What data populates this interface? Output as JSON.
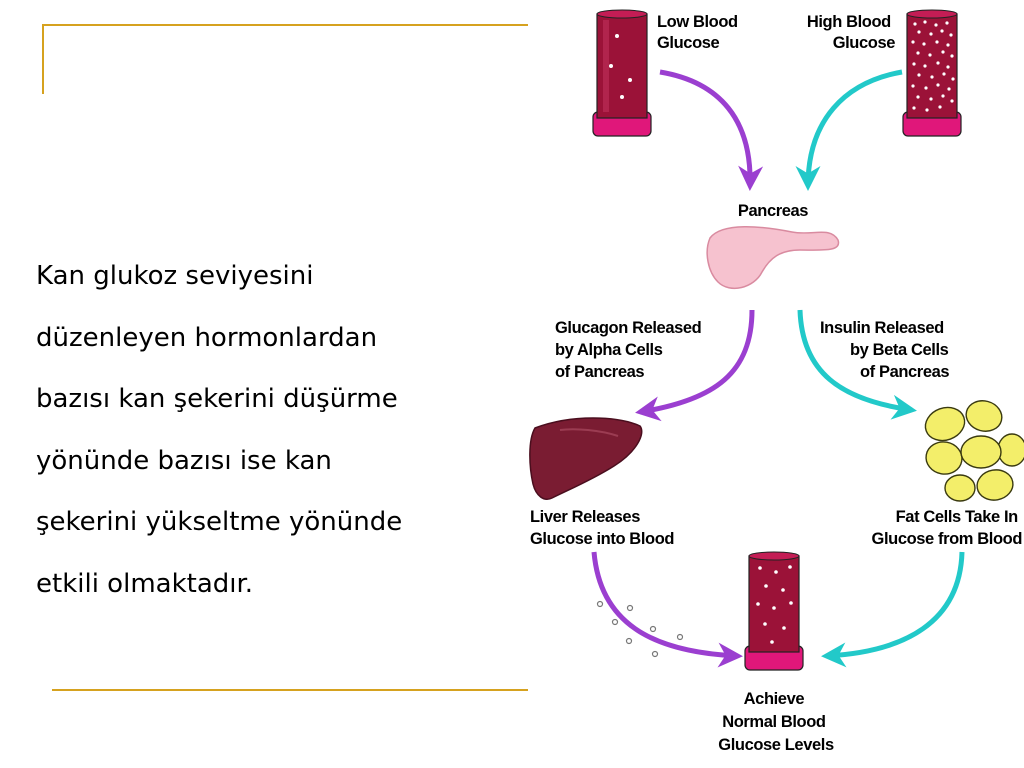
{
  "slide": {
    "text_lines": [
      "Kan glukoz seviyesini",
      "düzenleyen hormonlardan",
      "bazısı kan şekerini düşürme",
      "yönünde bazısı ise kan",
      "şekerini yükseltme yönünde",
      "etkili olmaktadır."
    ]
  },
  "diagram": {
    "low_glucose": [
      "Low Blood",
      "Glucose"
    ],
    "high_glucose": [
      "High Blood",
      "Glucose"
    ],
    "pancreas": "Pancreas",
    "glucagon": [
      "Glucagon Released",
      "by Alpha Cells",
      "of Pancreas"
    ],
    "insulin": [
      "Insulin Released",
      "by Beta Cells",
      "of Pancreas"
    ],
    "liver": [
      "Liver Releases",
      "Glucose into Blood"
    ],
    "fat_cells": [
      "Fat Cells Take In",
      "Glucose from Blood"
    ],
    "normal": [
      "Achieve",
      "Normal Blood",
      "Glucose Levels"
    ]
  },
  "colors": {
    "rule": "#d6a21f",
    "tube_pink": "#e0177a",
    "tube_blood": "#9b1238",
    "glucagon_arrow": "#9b3fd0",
    "insulin_arrow": "#22c9c9",
    "pancreas": "#f6c2cf",
    "liver": "#7a1c32",
    "fat_cell": "#f3ee6a"
  }
}
